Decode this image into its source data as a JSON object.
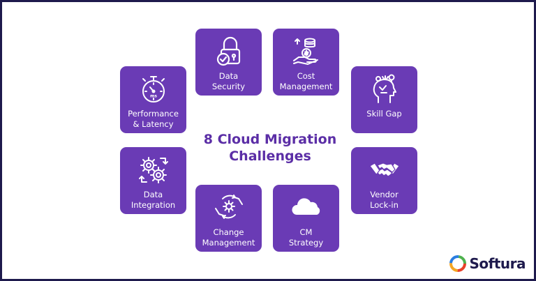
{
  "title": {
    "line1": "8 Cloud Migration",
    "line2": "Challenges"
  },
  "cards": [
    {
      "line1": "Data",
      "line2": "Security",
      "icon": "lock-check-icon"
    },
    {
      "line1": "Cost",
      "line2": "Management",
      "icon": "hand-coins-icon"
    },
    {
      "line1": "Skill Gap",
      "line2": "",
      "icon": "head-ideas-icon"
    },
    {
      "line1": "Vendor",
      "line2": "Lock-in",
      "icon": "handshake-icon"
    },
    {
      "line1": "CM",
      "line2": "Strategy",
      "icon": "cloud-icon"
    },
    {
      "line1": "Change",
      "line2": "Management",
      "icon": "hands-gear-icon"
    },
    {
      "line1": "Data",
      "line2": "Integration",
      "icon": "gears-icon"
    },
    {
      "line1": "Performance",
      "line2": "& Latency",
      "icon": "stopwatch-icon"
    }
  ],
  "brand": {
    "name": "Softura",
    "logo": "softura-logo-icon"
  },
  "colors": {
    "card": "#6a3bb5",
    "title": "#5b2ea6",
    "border": "#1e1a4d"
  }
}
